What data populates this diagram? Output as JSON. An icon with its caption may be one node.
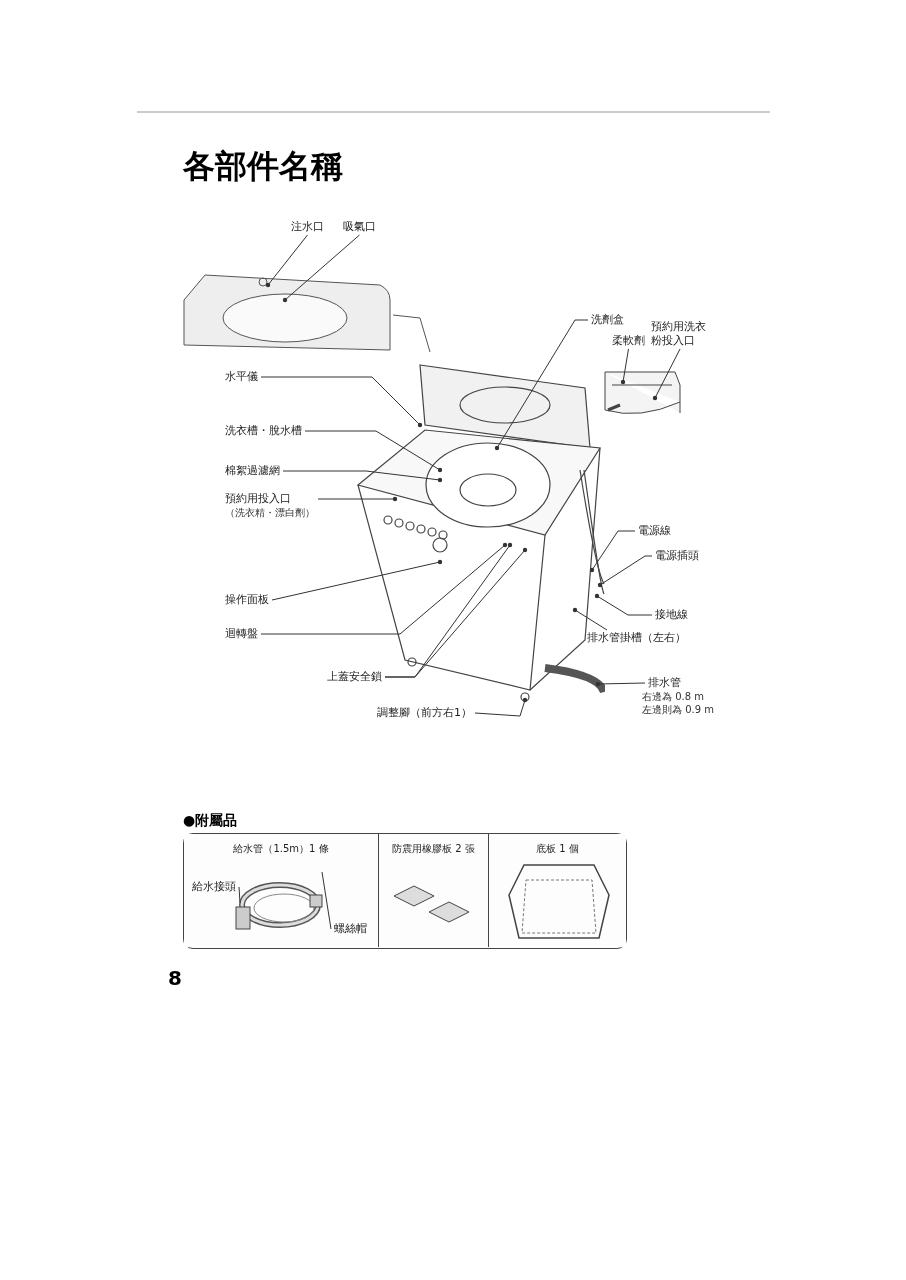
{
  "diagram": {
    "title": "各部件名稱",
    "nodes": [
      {
        "text": [
          "注水口"
        ]
      },
      {
        "text": [
          "吸氣口"
        ]
      },
      {
        "text": [
          "洗劑盒"
        ]
      },
      {
        "text": [
          "柔軟劑"
        ]
      },
      {
        "text": [
          "預約用洗衣粉投入口"
        ]
      },
      {
        "text": [
          "水平儀"
        ]
      },
      {
        "text": [
          "洗衣槽・脫水槽"
        ]
      },
      {
        "text": [
          "棉絮過濾網"
        ]
      },
      {
        "text": [
          "預約用投入口",
          "（洗衣精・漂白劑）"
        ]
      },
      {
        "text": [
          "電源線"
        ]
      },
      {
        "text": [
          "電源插頭"
        ]
      },
      {
        "text": [
          "操作面板"
        ]
      },
      {
        "text": [
          "接地線"
        ]
      },
      {
        "text": [
          "排水管掛槽（左右）"
        ]
      },
      {
        "text": [
          "迴轉盤"
        ]
      },
      {
        "text": [
          "上蓋安全鎖"
        ]
      },
      {
        "text": [
          "排水管"
        ],
        "beside": [
          "右邊為 0.8 m",
          "左邊則為 0.9 m"
        ]
      },
      {
        "text": [
          "調整腳（前方右1）"
        ]
      },
      {
        "text": [],
        "shape": "box"
      },
      {
        "text": [
          "給水管（1.5m）1 條"
        ],
        "in": 18
      },
      {
        "text": [
          "給水接頭"
        ],
        "in": 19
      },
      {
        "text": [
          "螺絲帽"
        ],
        "in": 19
      },
      {
        "text": [
          "防震用橡膠板 2 張"
        ],
        "in": 18
      },
      {
        "text": [
          "底板 1 個"
        ],
        "in": 18
      },
      {
        "text": [],
        "shape": "picture"
      },
      {
        "text": [],
        "shape": "picture"
      },
      {
        "text": [],
        "shape": "picture"
      },
      {
        "text": [],
        "shape": "picture",
        "in": 19
      }
    ],
    "edges": [
      {
        "from": 0,
        "to": 24,
        "arrow": "other"
      },
      {
        "from": 1,
        "to": 24,
        "arrow": "other"
      },
      {
        "from": 2,
        "to": 25,
        "arrow": "other"
      },
      {
        "from": 3,
        "to": 26,
        "arrow": "other"
      },
      {
        "from": 4,
        "to": 26,
        "arrow": "other"
      },
      {
        "from": 5,
        "to": 25,
        "arrow": "other"
      },
      {
        "from": 6,
        "to": 25,
        "arrow": "other"
      },
      {
        "from": 7,
        "to": 25,
        "arrow": "other"
      },
      {
        "from": 8,
        "to": 25,
        "arrow": "other"
      },
      {
        "from": 9,
        "to": 25,
        "arrow": "other"
      },
      {
        "from": 10,
        "to": 25,
        "arrow": "other"
      },
      {
        "from": 11,
        "to": 25,
        "arrow": "other"
      },
      {
        "from": 12,
        "to": 25,
        "arrow": "other"
      },
      {
        "from": 13,
        "to": 25,
        "arrow": "other"
      },
      {
        "from": 14,
        "to": 25,
        "arrow": "other"
      },
      {
        "from": 15,
        "to": 25,
        "arrow": "other"
      },
      {
        "from": 15,
        "to": 25,
        "arrow": "other"
      },
      {
        "from": 16,
        "to": 25,
        "arrow": "other"
      },
      {
        "from": 17,
        "to": 25,
        "arrow": "other"
      },
      {
        "from": 20,
        "to": 27,
        "arrow": "none"
      },
      {
        "from": 21,
        "to": 27,
        "arrow": "none"
      }
    ],
    "labels": [
      "●附屬品",
      "8"
    ]
  }
}
